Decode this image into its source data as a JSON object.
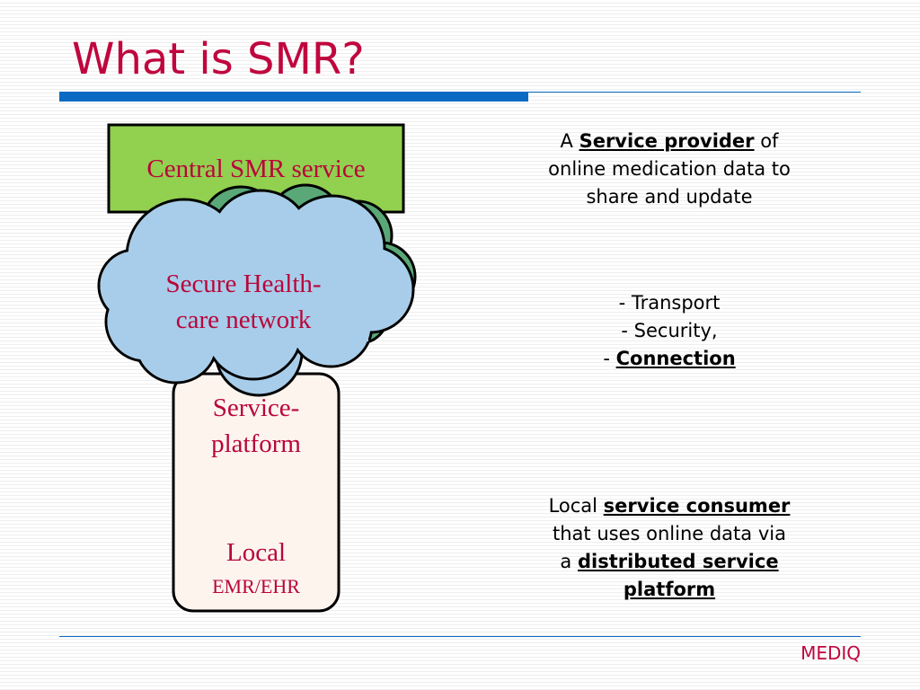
{
  "slide": {
    "title": "What is SMR?",
    "brand": "MEDIQ"
  },
  "diagram": {
    "central_service": "Central SMR service",
    "network": [
      "Secure Health-",
      "care network"
    ],
    "platform": [
      "Service-",
      "platform"
    ],
    "local": "Local",
    "emr": "EMR/EHR"
  },
  "descriptions": {
    "provider": {
      "prefix": "A ",
      "emphasis": "Service provider",
      "suffix": " of",
      "lines": [
        "online medication data to",
        "share and update"
      ]
    },
    "transport": {
      "line1": "- Transport",
      "line2": "- Security,",
      "line3_prefix": "- ",
      "line3_emphasis": "Connection"
    },
    "consumer": {
      "prefix": "Local ",
      "emphasis": "service consumer",
      "line2": "that uses online data via",
      "line3_prefix": "a ",
      "line3_emphasis": "distributed service",
      "line4_emphasis": "platform"
    }
  },
  "colors": {
    "title": "#c0063e",
    "accent_rule": "#0b6bc2",
    "box_text": "#b8063a",
    "central_box": "#92d050",
    "cloud_front": "#a8cdea",
    "cloud_back": "#5aa878",
    "platform_box": "#fdf4ee"
  }
}
